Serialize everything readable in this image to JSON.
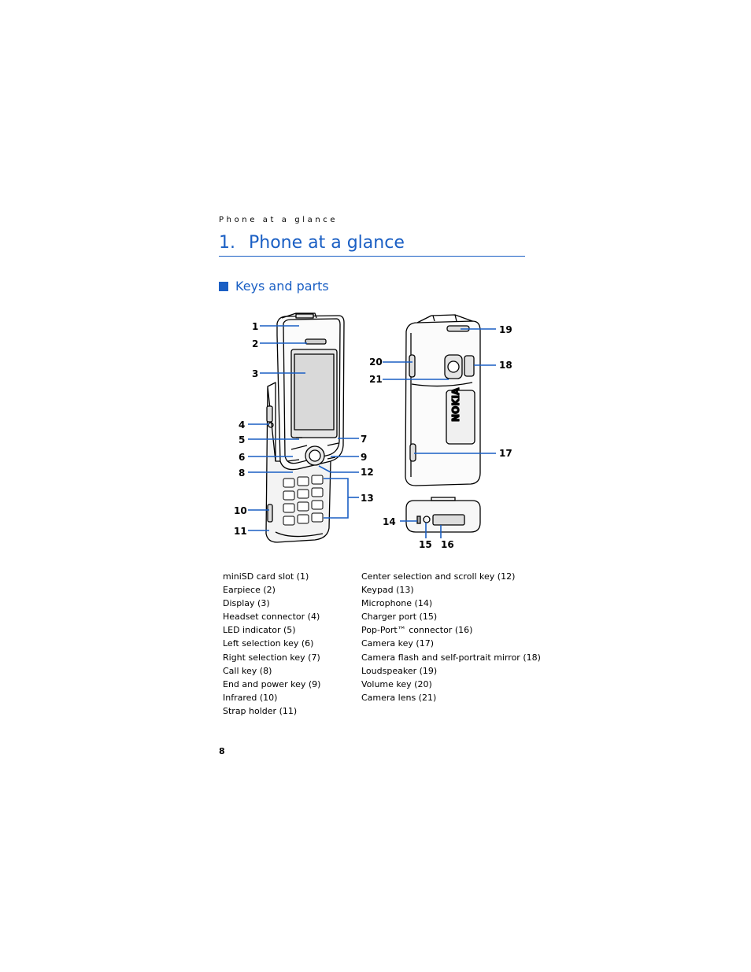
{
  "running_header": "Phone at a glance",
  "chapter": {
    "number": "1.",
    "title": "Phone at a glance"
  },
  "section": {
    "title": "Keys and parts"
  },
  "figure": {
    "callouts": [
      "1",
      "2",
      "3",
      "4",
      "5",
      "6",
      "7",
      "8",
      "9",
      "10",
      "11",
      "12",
      "13",
      "14",
      "15",
      "16",
      "17",
      "18",
      "19",
      "20",
      "21"
    ],
    "accent_color": "#1a5fc4"
  },
  "parts_col1": [
    "miniSD card slot (1)",
    "Earpiece (2)",
    "Display (3)",
    "Headset connector (4)",
    "LED indicator (5)",
    "Left selection key (6)",
    "Right selection key (7)",
    "Call key (8)",
    "End and power key (9)",
    "Infrared (10)",
    "Strap holder (11)"
  ],
  "parts_col2": [
    "Center selection and scroll key (12)",
    "Keypad (13)",
    "Microphone (14)",
    "Charger port (15)",
    "Pop-Port™ connector (16)",
    "Camera key (17)",
    "Camera flash and self-portrait mirror (18)",
    "Loudspeaker (19)",
    "Volume key (20)",
    "Camera lens (21)"
  ],
  "page_number": "8"
}
